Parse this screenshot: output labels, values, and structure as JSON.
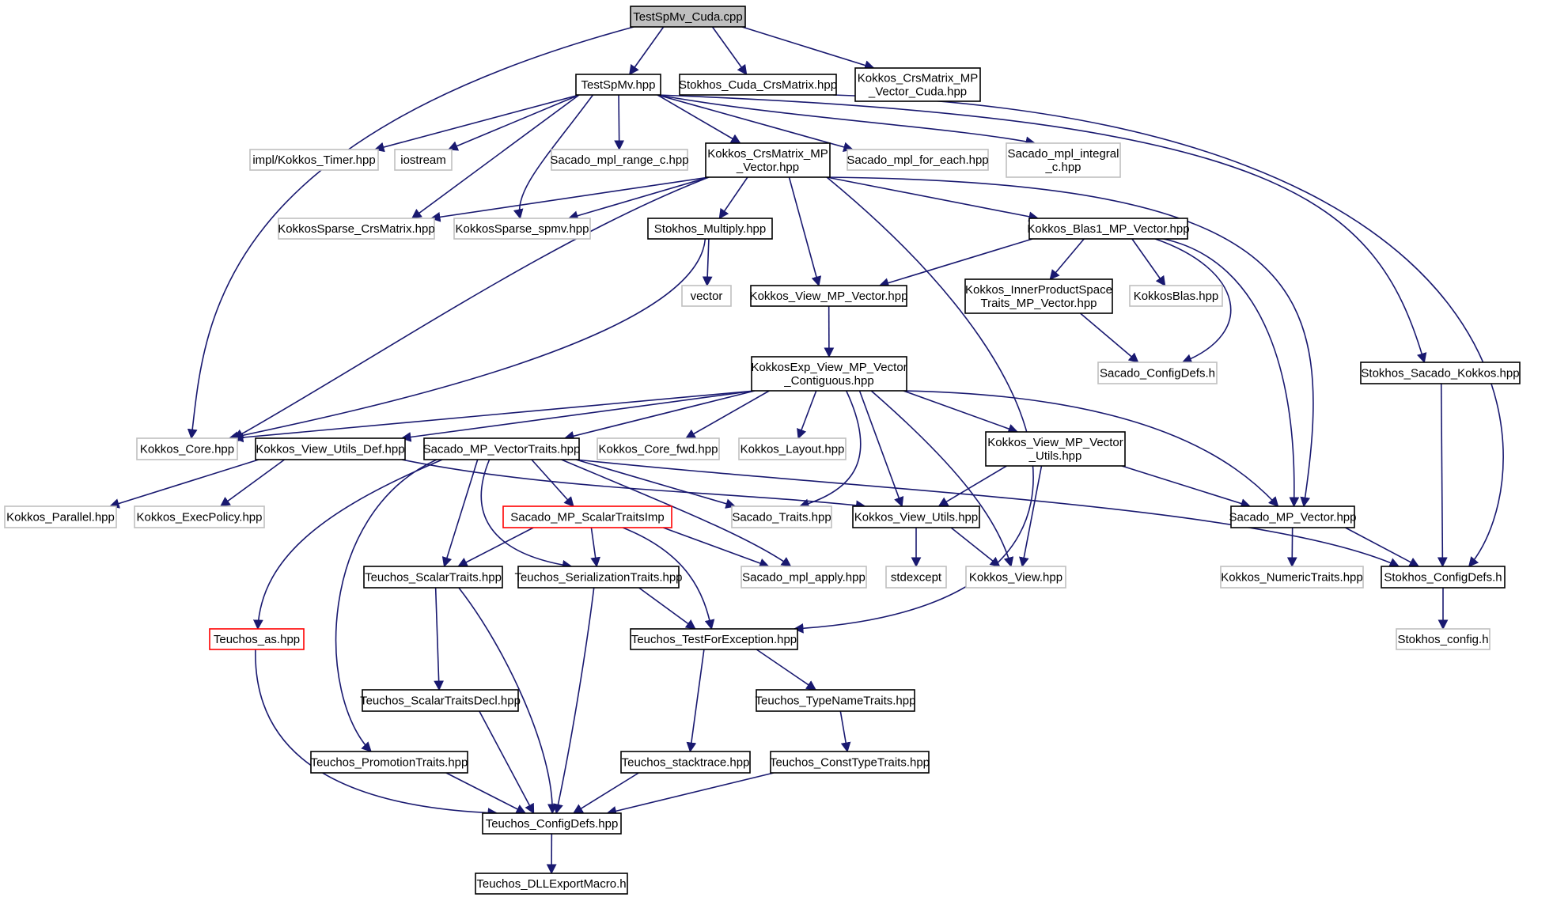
{
  "colors": {
    "edge": "#191970",
    "primary_border": "#000000",
    "missing_border": "#bfbfbf",
    "incomplete_border": "#ff0000",
    "root_fill": "#bfbfbf"
  },
  "nodes": [
    {
      "id": "TestSpMv_Cuda_cpp",
      "kind": "root",
      "lines": [
        "TestSpMv_Cuda.cpp"
      ]
    },
    {
      "id": "TestSpMv_hpp",
      "kind": "primary",
      "lines": [
        "TestSpMv.hpp"
      ]
    },
    {
      "id": "Stokhos_Cuda_CrsMatrix_hpp",
      "kind": "primary",
      "lines": [
        "Stokhos_Cuda_CrsMatrix.hpp"
      ]
    },
    {
      "id": "Kokkos_CrsMatrix_MP_Vector_Cuda_hpp",
      "kind": "primary",
      "lines": [
        "Kokkos_CrsMatrix_MP",
        "_Vector_Cuda.hpp"
      ]
    },
    {
      "id": "impl_Kokkos_Timer_hpp",
      "kind": "missing",
      "lines": [
        "impl/Kokkos_Timer.hpp"
      ]
    },
    {
      "id": "iostream",
      "kind": "missing",
      "lines": [
        "iostream"
      ]
    },
    {
      "id": "Sacado_mpl_range_c_hpp",
      "kind": "missing",
      "lines": [
        "Sacado_mpl_range_c.hpp"
      ]
    },
    {
      "id": "Kokkos_CrsMatrix_MP_Vector_hpp",
      "kind": "primary",
      "lines": [
        "Kokkos_CrsMatrix_MP",
        "_Vector.hpp"
      ]
    },
    {
      "id": "Sacado_mpl_for_each_hpp",
      "kind": "missing",
      "lines": [
        "Sacado_mpl_for_each.hpp"
      ]
    },
    {
      "id": "Sacado_mpl_integral_c_hpp",
      "kind": "missing",
      "lines": [
        "Sacado_mpl_integral",
        "_c.hpp"
      ]
    },
    {
      "id": "KokkosSparse_CrsMatrix_hpp",
      "kind": "missing",
      "lines": [
        "KokkosSparse_CrsMatrix.hpp"
      ]
    },
    {
      "id": "KokkosSparse_spmv_hpp",
      "kind": "missing",
      "lines": [
        "KokkosSparse_spmv.hpp"
      ]
    },
    {
      "id": "Stokhos_Multiply_hpp",
      "kind": "primary",
      "lines": [
        "Stokhos_Multiply.hpp"
      ]
    },
    {
      "id": "Kokkos_Blas1_MP_Vector_hpp",
      "kind": "primary",
      "lines": [
        "Kokkos_Blas1_MP_Vector.hpp"
      ]
    },
    {
      "id": "vector",
      "kind": "missing",
      "lines": [
        "vector"
      ]
    },
    {
      "id": "Kokkos_View_MP_Vector_hpp",
      "kind": "primary",
      "lines": [
        "Kokkos_View_MP_Vector.hpp"
      ]
    },
    {
      "id": "Kokkos_InnerProductSpaceTraits_MP_Vector_hpp",
      "kind": "primary",
      "lines": [
        "Kokkos_InnerProductSpace",
        "Traits_MP_Vector.hpp"
      ]
    },
    {
      "id": "KokkosBlas_hpp",
      "kind": "missing",
      "lines": [
        "KokkosBlas.hpp"
      ]
    },
    {
      "id": "KokkosExp_View_MP_Vector_Contiguous_hpp",
      "kind": "primary",
      "lines": [
        "KokkosExp_View_MP_Vector",
        "_Contiguous.hpp"
      ]
    },
    {
      "id": "Sacado_ConfigDefs_h",
      "kind": "missing",
      "lines": [
        "Sacado_ConfigDefs.h"
      ]
    },
    {
      "id": "Stokhos_Sacado_Kokkos_hpp",
      "kind": "primary",
      "lines": [
        "Stokhos_Sacado_Kokkos.hpp"
      ]
    },
    {
      "id": "Kokkos_Core_hpp",
      "kind": "missing",
      "lines": [
        "Kokkos_Core.hpp"
      ]
    },
    {
      "id": "Kokkos_View_Utils_Def_hpp",
      "kind": "primary",
      "lines": [
        "Kokkos_View_Utils_Def.hpp"
      ]
    },
    {
      "id": "Sacado_MP_VectorTraits_hpp",
      "kind": "primary",
      "lines": [
        "Sacado_MP_VectorTraits.hpp"
      ]
    },
    {
      "id": "Kokkos_Core_fwd_hpp",
      "kind": "missing",
      "lines": [
        "Kokkos_Core_fwd.hpp"
      ]
    },
    {
      "id": "Kokkos_Layout_hpp",
      "kind": "missing",
      "lines": [
        "Kokkos_Layout.hpp"
      ]
    },
    {
      "id": "Kokkos_View_MP_Vector_Utils_hpp",
      "kind": "primary",
      "lines": [
        "Kokkos_View_MP_Vector",
        "_Utils.hpp"
      ]
    },
    {
      "id": "Kokkos_Parallel_hpp",
      "kind": "missing",
      "lines": [
        "Kokkos_Parallel.hpp"
      ]
    },
    {
      "id": "Kokkos_ExecPolicy_hpp",
      "kind": "missing",
      "lines": [
        "Kokkos_ExecPolicy.hpp"
      ]
    },
    {
      "id": "Sacado_MP_ScalarTraitsImp_hpp",
      "kind": "incomplete",
      "lines": [
        "Sacado_MP_ScalarTraitsImp"
      ]
    },
    {
      "id": "Sacado_Traits_hpp",
      "kind": "missing",
      "lines": [
        "Sacado_Traits.hpp"
      ]
    },
    {
      "id": "Kokkos_View_Utils_hpp",
      "kind": "primary",
      "lines": [
        "Kokkos_View_Utils.hpp"
      ]
    },
    {
      "id": "Sacado_MP_Vector_hpp",
      "kind": "primary",
      "lines": [
        "Sacado_MP_Vector.hpp"
      ]
    },
    {
      "id": "Teuchos_ScalarTraits_hpp",
      "kind": "primary",
      "lines": [
        "Teuchos_ScalarTraits.hpp"
      ]
    },
    {
      "id": "Teuchos_SerializationTraits_hpp",
      "kind": "primary",
      "lines": [
        "Teuchos_SerializationTraits.hpp"
      ]
    },
    {
      "id": "Sacado_mpl_apply_hpp",
      "kind": "missing",
      "lines": [
        "Sacado_mpl_apply.hpp"
      ]
    },
    {
      "id": "stdexcept",
      "kind": "missing",
      "lines": [
        "stdexcept"
      ]
    },
    {
      "id": "Kokkos_View_hpp",
      "kind": "missing",
      "lines": [
        "Kokkos_View.hpp"
      ]
    },
    {
      "id": "Kokkos_NumericTraits_hpp",
      "kind": "missing",
      "lines": [
        "Kokkos_NumericTraits.hpp"
      ]
    },
    {
      "id": "Stokhos_ConfigDefs_h",
      "kind": "primary",
      "lines": [
        "Stokhos_ConfigDefs.h"
      ]
    },
    {
      "id": "Teuchos_as_hpp",
      "kind": "incomplete",
      "lines": [
        "Teuchos_as.hpp"
      ]
    },
    {
      "id": "Teuchos_TestForException_hpp",
      "kind": "primary",
      "lines": [
        "Teuchos_TestForException.hpp"
      ]
    },
    {
      "id": "Stokhos_config_h",
      "kind": "missing",
      "lines": [
        "Stokhos_config.h"
      ]
    },
    {
      "id": "Teuchos_ScalarTraitsDecl_hpp",
      "kind": "primary",
      "lines": [
        "Teuchos_ScalarTraitsDecl.hpp"
      ]
    },
    {
      "id": "Teuchos_TypeNameTraits_hpp",
      "kind": "primary",
      "lines": [
        "Teuchos_TypeNameTraits.hpp"
      ]
    },
    {
      "id": "Teuchos_PromotionTraits_hpp",
      "kind": "primary",
      "lines": [
        "Teuchos_PromotionTraits.hpp"
      ]
    },
    {
      "id": "Teuchos_stacktrace_hpp",
      "kind": "primary",
      "lines": [
        "Teuchos_stacktrace.hpp"
      ]
    },
    {
      "id": "Teuchos_ConstTypeTraits_hpp",
      "kind": "primary",
      "lines": [
        "Teuchos_ConstTypeTraits.hpp"
      ]
    },
    {
      "id": "Teuchos_ConfigDefs_hpp",
      "kind": "primary",
      "lines": [
        "Teuchos_ConfigDefs.hpp"
      ]
    },
    {
      "id": "Teuchos_DLLExportMacro_h",
      "kind": "primary",
      "lines": [
        "Teuchos_DLLExportMacro.h"
      ]
    }
  ],
  "edges": [
    {
      "from": "TestSpMv_Cuda_cpp",
      "to": "TestSpMv_hpp"
    },
    {
      "from": "TestSpMv_Cuda_cpp",
      "to": "Stokhos_Cuda_CrsMatrix_hpp"
    },
    {
      "from": "TestSpMv_Cuda_cpp",
      "to": "Kokkos_CrsMatrix_MP_Vector_Cuda_hpp"
    },
    {
      "from": "TestSpMv_Cuda_cpp",
      "to": "Kokkos_Core_hpp"
    },
    {
      "from": "TestSpMv_hpp",
      "to": "impl_Kokkos_Timer_hpp"
    },
    {
      "from": "TestSpMv_hpp",
      "to": "iostream"
    },
    {
      "from": "TestSpMv_hpp",
      "to": "Sacado_mpl_range_c_hpp"
    },
    {
      "from": "TestSpMv_hpp",
      "to": "Kokkos_CrsMatrix_MP_Vector_hpp"
    },
    {
      "from": "TestSpMv_hpp",
      "to": "Sacado_mpl_for_each_hpp"
    },
    {
      "from": "TestSpMv_hpp",
      "to": "Sacado_mpl_integral_c_hpp"
    },
    {
      "from": "TestSpMv_hpp",
      "to": "KokkosSparse_CrsMatrix_hpp"
    },
    {
      "from": "TestSpMv_hpp",
      "to": "KokkosSparse_spmv_hpp"
    },
    {
      "from": "TestSpMv_hpp",
      "to": "Stokhos_Sacado_Kokkos_hpp"
    },
    {
      "from": "Stokhos_Cuda_CrsMatrix_hpp",
      "to": "Stokhos_ConfigDefs_h"
    },
    {
      "from": "Kokkos_CrsMatrix_MP_Vector_hpp",
      "to": "KokkosSparse_CrsMatrix_hpp"
    },
    {
      "from": "Kokkos_CrsMatrix_MP_Vector_hpp",
      "to": "KokkosSparse_spmv_hpp"
    },
    {
      "from": "Kokkos_CrsMatrix_MP_Vector_hpp",
      "to": "Stokhos_Multiply_hpp"
    },
    {
      "from": "Kokkos_CrsMatrix_MP_Vector_hpp",
      "to": "Kokkos_Blas1_MP_Vector_hpp"
    },
    {
      "from": "Kokkos_CrsMatrix_MP_Vector_hpp",
      "to": "Kokkos_View_MP_Vector_hpp"
    },
    {
      "from": "Kokkos_CrsMatrix_MP_Vector_hpp",
      "to": "Kokkos_Core_hpp"
    },
    {
      "from": "Kokkos_CrsMatrix_MP_Vector_hpp",
      "to": "Teuchos_TestForException_hpp"
    },
    {
      "from": "Kokkos_CrsMatrix_MP_Vector_hpp",
      "to": "Sacado_MP_Vector_hpp"
    },
    {
      "from": "Stokhos_Multiply_hpp",
      "to": "vector"
    },
    {
      "from": "Stokhos_Multiply_hpp",
      "to": "Kokkos_Core_hpp"
    },
    {
      "from": "Kokkos_Blas1_MP_Vector_hpp",
      "to": "Kokkos_View_MP_Vector_hpp"
    },
    {
      "from": "Kokkos_Blas1_MP_Vector_hpp",
      "to": "Kokkos_InnerProductSpaceTraits_MP_Vector_hpp"
    },
    {
      "from": "Kokkos_Blas1_MP_Vector_hpp",
      "to": "KokkosBlas_hpp"
    },
    {
      "from": "Kokkos_Blas1_MP_Vector_hpp",
      "to": "Sacado_ConfigDefs_h"
    },
    {
      "from": "Kokkos_Blas1_MP_Vector_hpp",
      "to": "Sacado_MP_Vector_hpp"
    },
    {
      "from": "Kokkos_View_MP_Vector_hpp",
      "to": "KokkosExp_View_MP_Vector_Contiguous_hpp"
    },
    {
      "from": "Kokkos_InnerProductSpaceTraits_MP_Vector_hpp",
      "to": "Sacado_ConfigDefs_h"
    },
    {
      "from": "KokkosExp_View_MP_Vector_Contiguous_hpp",
      "to": "Kokkos_Core_hpp"
    },
    {
      "from": "KokkosExp_View_MP_Vector_Contiguous_hpp",
      "to": "Kokkos_View_Utils_Def_hpp"
    },
    {
      "from": "KokkosExp_View_MP_Vector_Contiguous_hpp",
      "to": "Sacado_MP_VectorTraits_hpp"
    },
    {
      "from": "KokkosExp_View_MP_Vector_Contiguous_hpp",
      "to": "Kokkos_Core_fwd_hpp"
    },
    {
      "from": "KokkosExp_View_MP_Vector_Contiguous_hpp",
      "to": "Kokkos_Layout_hpp"
    },
    {
      "from": "KokkosExp_View_MP_Vector_Contiguous_hpp",
      "to": "Sacado_Traits_hpp"
    },
    {
      "from": "KokkosExp_View_MP_Vector_Contiguous_hpp",
      "to": "Kokkos_View_Utils_hpp"
    },
    {
      "from": "KokkosExp_View_MP_Vector_Contiguous_hpp",
      "to": "Kokkos_View_hpp"
    },
    {
      "from": "KokkosExp_View_MP_Vector_Contiguous_hpp",
      "to": "Kokkos_View_MP_Vector_Utils_hpp"
    },
    {
      "from": "KokkosExp_View_MP_Vector_Contiguous_hpp",
      "to": "Sacado_MP_Vector_hpp"
    },
    {
      "from": "Stokhos_Sacado_Kokkos_hpp",
      "to": "Stokhos_ConfigDefs_h"
    },
    {
      "from": "Kokkos_View_Utils_Def_hpp",
      "to": "Kokkos_Parallel_hpp"
    },
    {
      "from": "Kokkos_View_Utils_Def_hpp",
      "to": "Kokkos_ExecPolicy_hpp"
    },
    {
      "from": "Kokkos_View_Utils_Def_hpp",
      "to": "Kokkos_View_Utils_hpp"
    },
    {
      "from": "Sacado_MP_VectorTraits_hpp",
      "to": "Sacado_MP_ScalarTraitsImp_hpp"
    },
    {
      "from": "Sacado_MP_VectorTraits_hpp",
      "to": "Sacado_Traits_hpp"
    },
    {
      "from": "Sacado_MP_VectorTraits_hpp",
      "to": "Teuchos_ScalarTraits_hpp"
    },
    {
      "from": "Sacado_MP_VectorTraits_hpp",
      "to": "Teuchos_SerializationTraits_hpp"
    },
    {
      "from": "Sacado_MP_VectorTraits_hpp",
      "to": "Sacado_mpl_apply_hpp"
    },
    {
      "from": "Sacado_MP_VectorTraits_hpp",
      "to": "Teuchos_as_hpp"
    },
    {
      "from": "Sacado_MP_VectorTraits_hpp",
      "to": "Teuchos_PromotionTraits_hpp"
    },
    {
      "from": "Sacado_MP_VectorTraits_hpp",
      "to": "Stokhos_ConfigDefs_h"
    },
    {
      "from": "Kokkos_View_MP_Vector_Utils_hpp",
      "to": "Kokkos_View_Utils_hpp"
    },
    {
      "from": "Kokkos_View_MP_Vector_Utils_hpp",
      "to": "Kokkos_View_hpp"
    },
    {
      "from": "Kokkos_View_MP_Vector_Utils_hpp",
      "to": "Sacado_MP_Vector_hpp"
    },
    {
      "from": "Sacado_MP_ScalarTraitsImp_hpp",
      "to": "Teuchos_ScalarTraits_hpp"
    },
    {
      "from": "Sacado_MP_ScalarTraitsImp_hpp",
      "to": "Teuchos_SerializationTraits_hpp"
    },
    {
      "from": "Sacado_MP_ScalarTraitsImp_hpp",
      "to": "Sacado_mpl_apply_hpp"
    },
    {
      "from": "Sacado_MP_ScalarTraitsImp_hpp",
      "to": "Teuchos_TestForException_hpp"
    },
    {
      "from": "Kokkos_View_Utils_hpp",
      "to": "stdexcept"
    },
    {
      "from": "Kokkos_View_Utils_hpp",
      "to": "Kokkos_View_hpp"
    },
    {
      "from": "Sacado_MP_Vector_hpp",
      "to": "Kokkos_NumericTraits_hpp"
    },
    {
      "from": "Sacado_MP_Vector_hpp",
      "to": "Stokhos_ConfigDefs_h"
    },
    {
      "from": "Teuchos_ScalarTraits_hpp",
      "to": "Teuchos_ScalarTraitsDecl_hpp"
    },
    {
      "from": "Teuchos_ScalarTraits_hpp",
      "to": "Teuchos_ConfigDefs_hpp"
    },
    {
      "from": "Teuchos_SerializationTraits_hpp",
      "to": "Teuchos_TestForException_hpp"
    },
    {
      "from": "Teuchos_SerializationTraits_hpp",
      "to": "Teuchos_ConfigDefs_hpp"
    },
    {
      "from": "Stokhos_ConfigDefs_h",
      "to": "Stokhos_config_h"
    },
    {
      "from": "Teuchos_as_hpp",
      "to": "Teuchos_ConfigDefs_hpp"
    },
    {
      "from": "Teuchos_TestForException_hpp",
      "to": "Teuchos_TypeNameTraits_hpp"
    },
    {
      "from": "Teuchos_TestForException_hpp",
      "to": "Teuchos_stacktrace_hpp"
    },
    {
      "from": "Teuchos_ScalarTraitsDecl_hpp",
      "to": "Teuchos_ConfigDefs_hpp"
    },
    {
      "from": "Teuchos_TypeNameTraits_hpp",
      "to": "Teuchos_ConstTypeTraits_hpp"
    },
    {
      "from": "Teuchos_PromotionTraits_hpp",
      "to": "Teuchos_ConfigDefs_hpp"
    },
    {
      "from": "Teuchos_stacktrace_hpp",
      "to": "Teuchos_ConfigDefs_hpp"
    },
    {
      "from": "Teuchos_ConstTypeTraits_hpp",
      "to": "Teuchos_ConfigDefs_hpp"
    },
    {
      "from": "Teuchos_ConfigDefs_hpp",
      "to": "Teuchos_DLLExportMacro_h"
    }
  ]
}
